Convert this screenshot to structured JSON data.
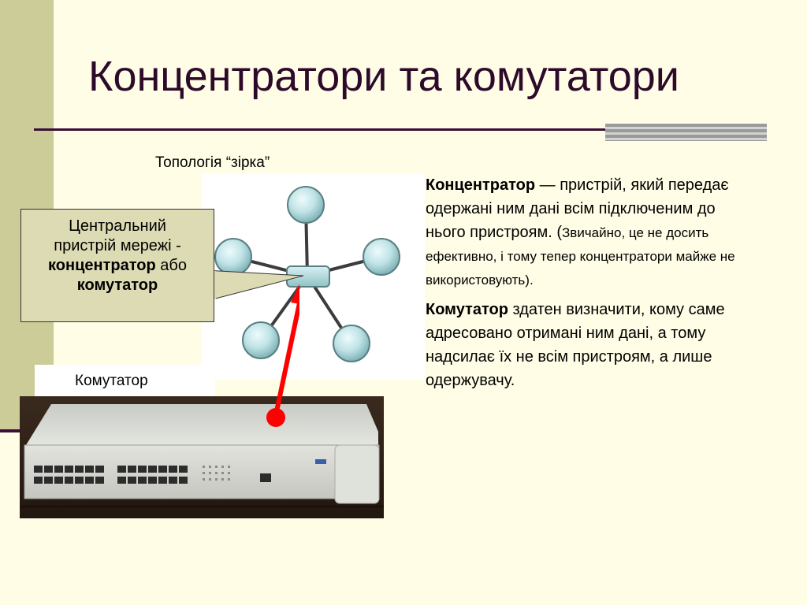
{
  "slide": {
    "title": "Концентратори та комутатори",
    "topology_label": "Топологія “зірка”",
    "callout": {
      "line1": "Центральний",
      "line2": "пристрій мережі -",
      "bold1": "концентратор",
      "conj": "або",
      "bold2": "комутатор"
    },
    "switch_label": "Комутатор",
    "hub_paragraph": {
      "term": "Концентратор",
      "text": " — пристрій, який передає одержані ним дані всім підключеним до нього пристроям. (",
      "note": "Звичайно, це не досить ефективно, і тому тепер концентратори майже не використовують)."
    },
    "switch_paragraph": {
      "term": "Комутатор",
      "text": " здатен визначити, кому саме адресовано отримані ним  дані, а тому надсилає їх не всім пристроям, а лише одержувачу."
    }
  },
  "colors": {
    "background": "#fffde6",
    "left_bar": "#cccc99",
    "title": "#2e0a2a",
    "callout_fill": "#dddbb3",
    "arrow": "#ff0000",
    "node": "#bfe3e6"
  }
}
